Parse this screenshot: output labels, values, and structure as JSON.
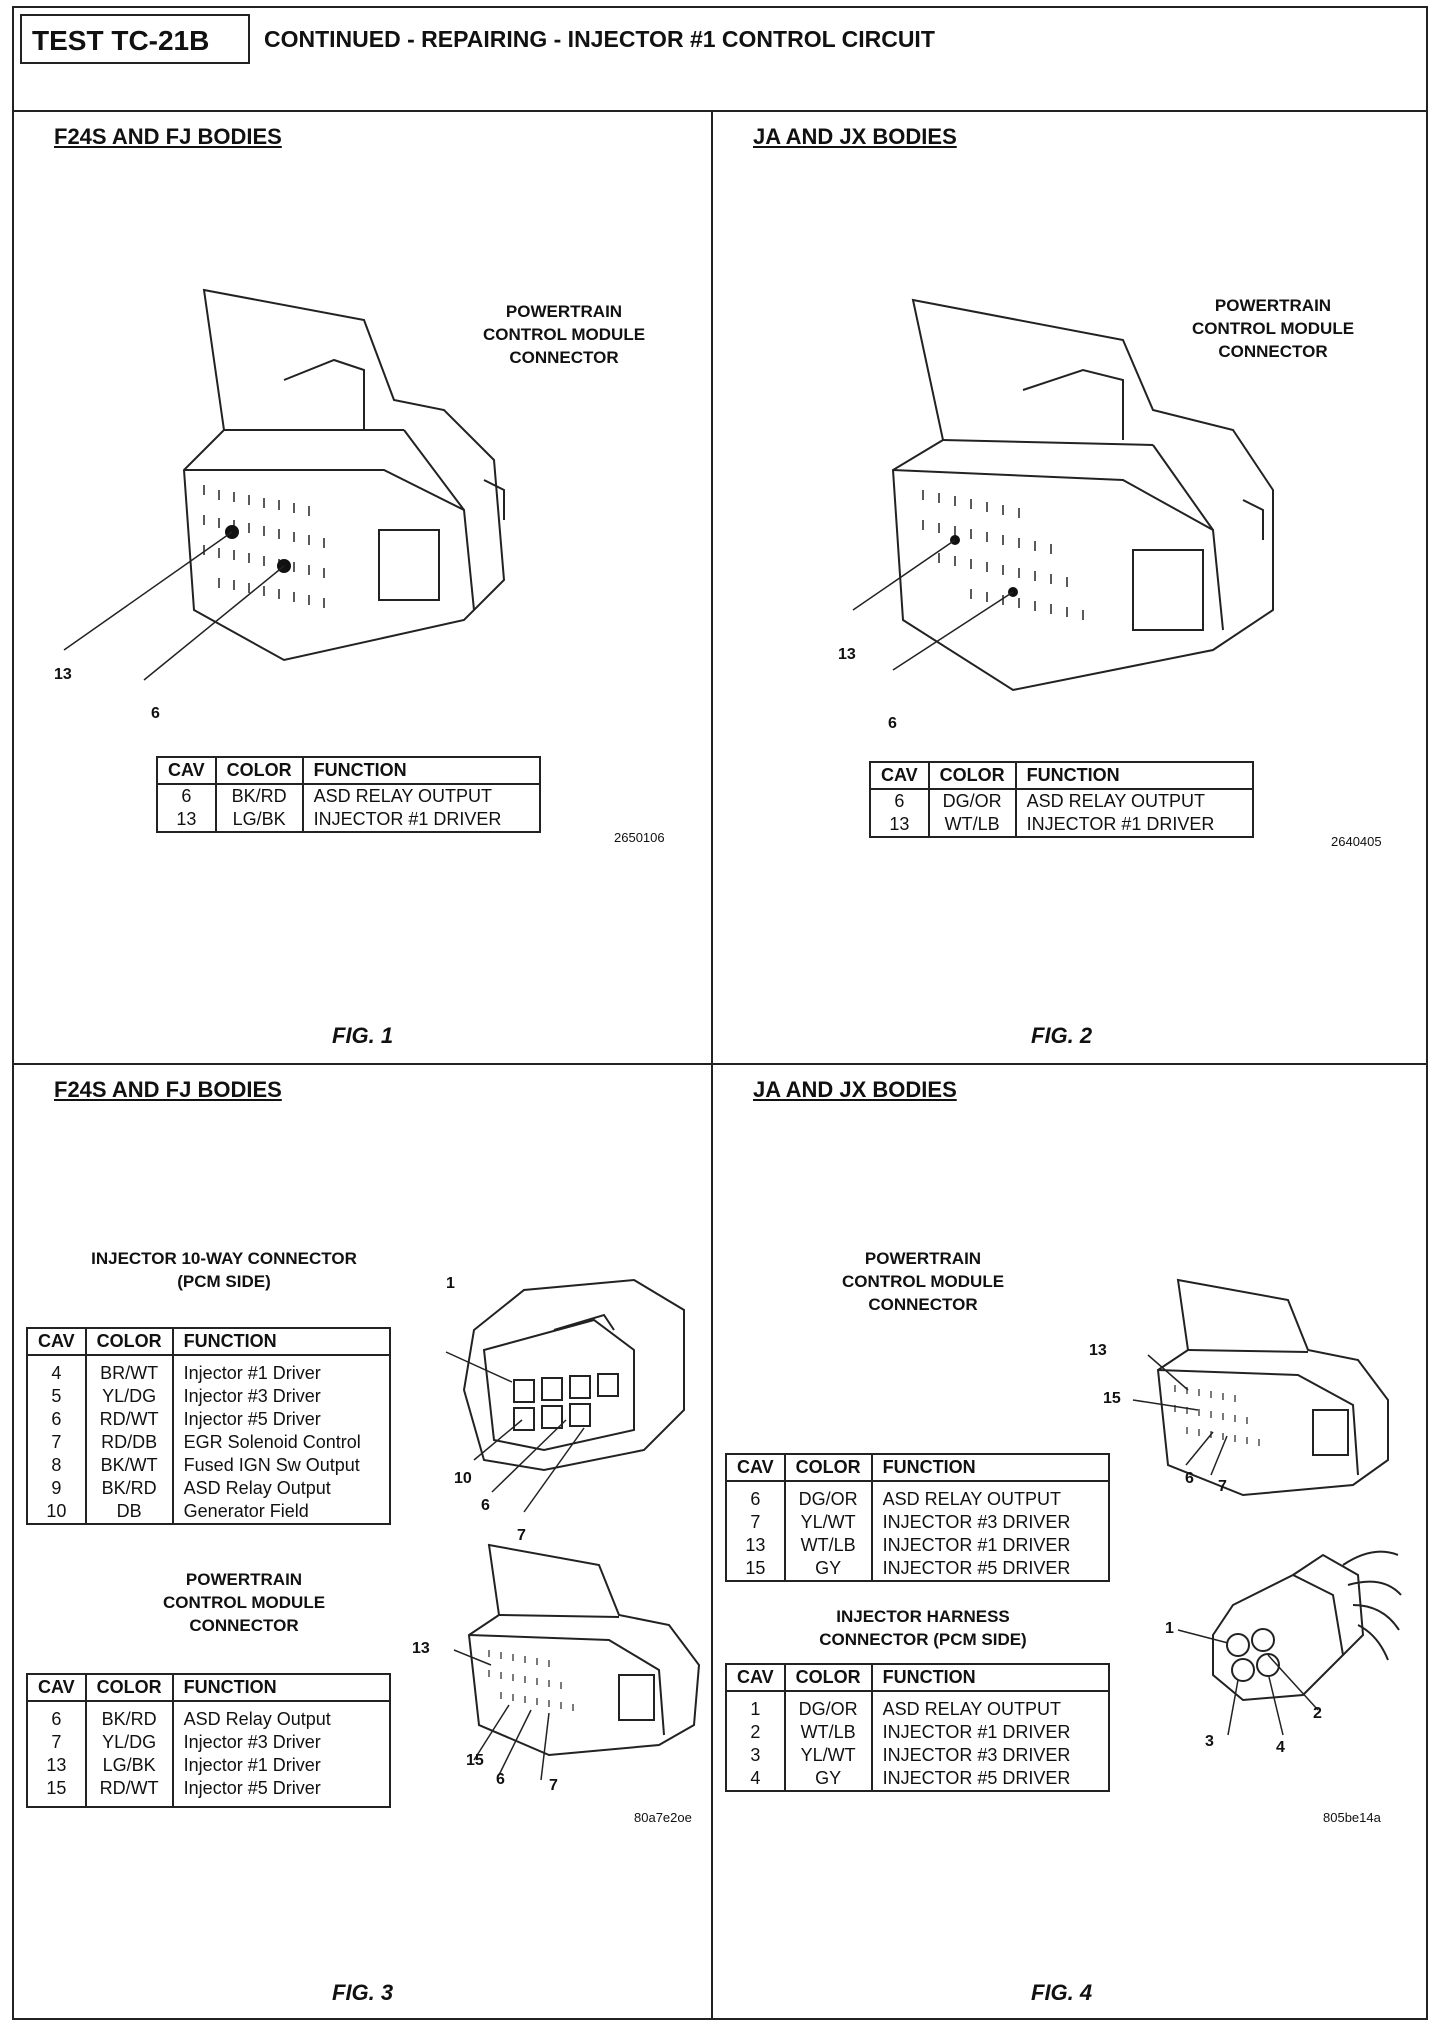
{
  "header": {
    "test_id": "TEST TC-21B",
    "title": "CONTINUED - REPAIRING - INJECTOR #1 CONTROL CIRCUIT"
  },
  "fig1": {
    "title": "F24S AND FJ BODIES",
    "caption": [
      "POWERTRAIN",
      "CONTROL MODULE",
      "CONNECTOR"
    ],
    "callouts": [
      "13",
      "6"
    ],
    "headers": [
      "CAV",
      "COLOR",
      "FUNCTION"
    ],
    "rows": [
      [
        "6",
        "BK/RD",
        "ASD RELAY OUTPUT"
      ],
      [
        "13",
        "LG/BK",
        "INJECTOR #1 DRIVER"
      ]
    ],
    "code": "2650106",
    "label": "FIG. 1"
  },
  "fig2": {
    "title": "JA AND JX BODIES",
    "caption": [
      "POWERTRAIN",
      "CONTROL MODULE",
      "CONNECTOR"
    ],
    "callouts": [
      "13",
      "6"
    ],
    "headers": [
      "CAV",
      "COLOR",
      "FUNCTION"
    ],
    "rows": [
      [
        "6",
        "DG/OR",
        "ASD RELAY OUTPUT"
      ],
      [
        "13",
        "WT/LB",
        "INJECTOR #1 DRIVER"
      ]
    ],
    "code": "2640405",
    "label": "FIG. 2"
  },
  "fig3": {
    "title": "F24S AND FJ BODIES",
    "inj_caption": [
      "INJECTOR 10-WAY CONNECTOR",
      "(PCM SIDE)"
    ],
    "inj_headers": [
      "CAV",
      "COLOR",
      "FUNCTION"
    ],
    "inj_rows": [
      [
        "4",
        "BR/WT",
        "Injector #1 Driver"
      ],
      [
        "5",
        "YL/DG",
        "Injector #3 Driver"
      ],
      [
        "6",
        "RD/WT",
        "Injector #5 Driver"
      ],
      [
        "7",
        "RD/DB",
        "EGR Solenoid Control"
      ],
      [
        "8",
        "BK/WT",
        "Fused IGN Sw Output"
      ],
      [
        "9",
        "BK/RD",
        "ASD Relay Output"
      ],
      [
        "10",
        "DB",
        "Generator Field"
      ]
    ],
    "inj_callouts": [
      "1",
      "10",
      "6",
      "7"
    ],
    "pcm_caption": [
      "POWERTRAIN",
      "CONTROL MODULE",
      "CONNECTOR"
    ],
    "pcm_headers": [
      "CAV",
      "COLOR",
      "FUNCTION"
    ],
    "pcm_rows": [
      [
        "6",
        "BK/RD",
        "ASD Relay Output"
      ],
      [
        "7",
        "YL/DG",
        "Injector #3 Driver"
      ],
      [
        "13",
        "LG/BK",
        "Injector #1 Driver"
      ],
      [
        "15",
        "RD/WT",
        "Injector #5 Driver"
      ]
    ],
    "pcm_callouts": [
      "13",
      "15",
      "6",
      "7"
    ],
    "code": "80a7e2oe",
    "label": "FIG. 3"
  },
  "fig4": {
    "title": "JA AND JX BODIES",
    "pcm_caption": [
      "POWERTRAIN",
      "CONTROL MODULE",
      "CONNECTOR"
    ],
    "pcm_headers": [
      "CAV",
      "COLOR",
      "FUNCTION"
    ],
    "pcm_rows": [
      [
        "6",
        "DG/OR",
        "ASD RELAY OUTPUT"
      ],
      [
        "7",
        "YL/WT",
        "INJECTOR #3 DRIVER"
      ],
      [
        "13",
        "WT/LB",
        "INJECTOR #1 DRIVER"
      ],
      [
        "15",
        "GY",
        "INJECTOR #5 DRIVER"
      ]
    ],
    "pcm_callouts": [
      "13",
      "15",
      "6",
      "7"
    ],
    "harness_caption": [
      "INJECTOR HARNESS",
      "CONNECTOR (PCM SIDE)"
    ],
    "harness_headers": [
      "CAV",
      "COLOR",
      "FUNCTION"
    ],
    "harness_rows": [
      [
        "1",
        "DG/OR",
        "ASD RELAY OUTPUT"
      ],
      [
        "2",
        "WT/LB",
        "INJECTOR #1 DRIVER"
      ],
      [
        "3",
        "YL/WT",
        "INJECTOR #3 DRIVER"
      ],
      [
        "4",
        "GY",
        "INJECTOR #5 DRIVER"
      ]
    ],
    "harness_callouts": [
      "1",
      "2",
      "3",
      "4"
    ],
    "code": "805be14a",
    "label": "FIG. 4"
  }
}
